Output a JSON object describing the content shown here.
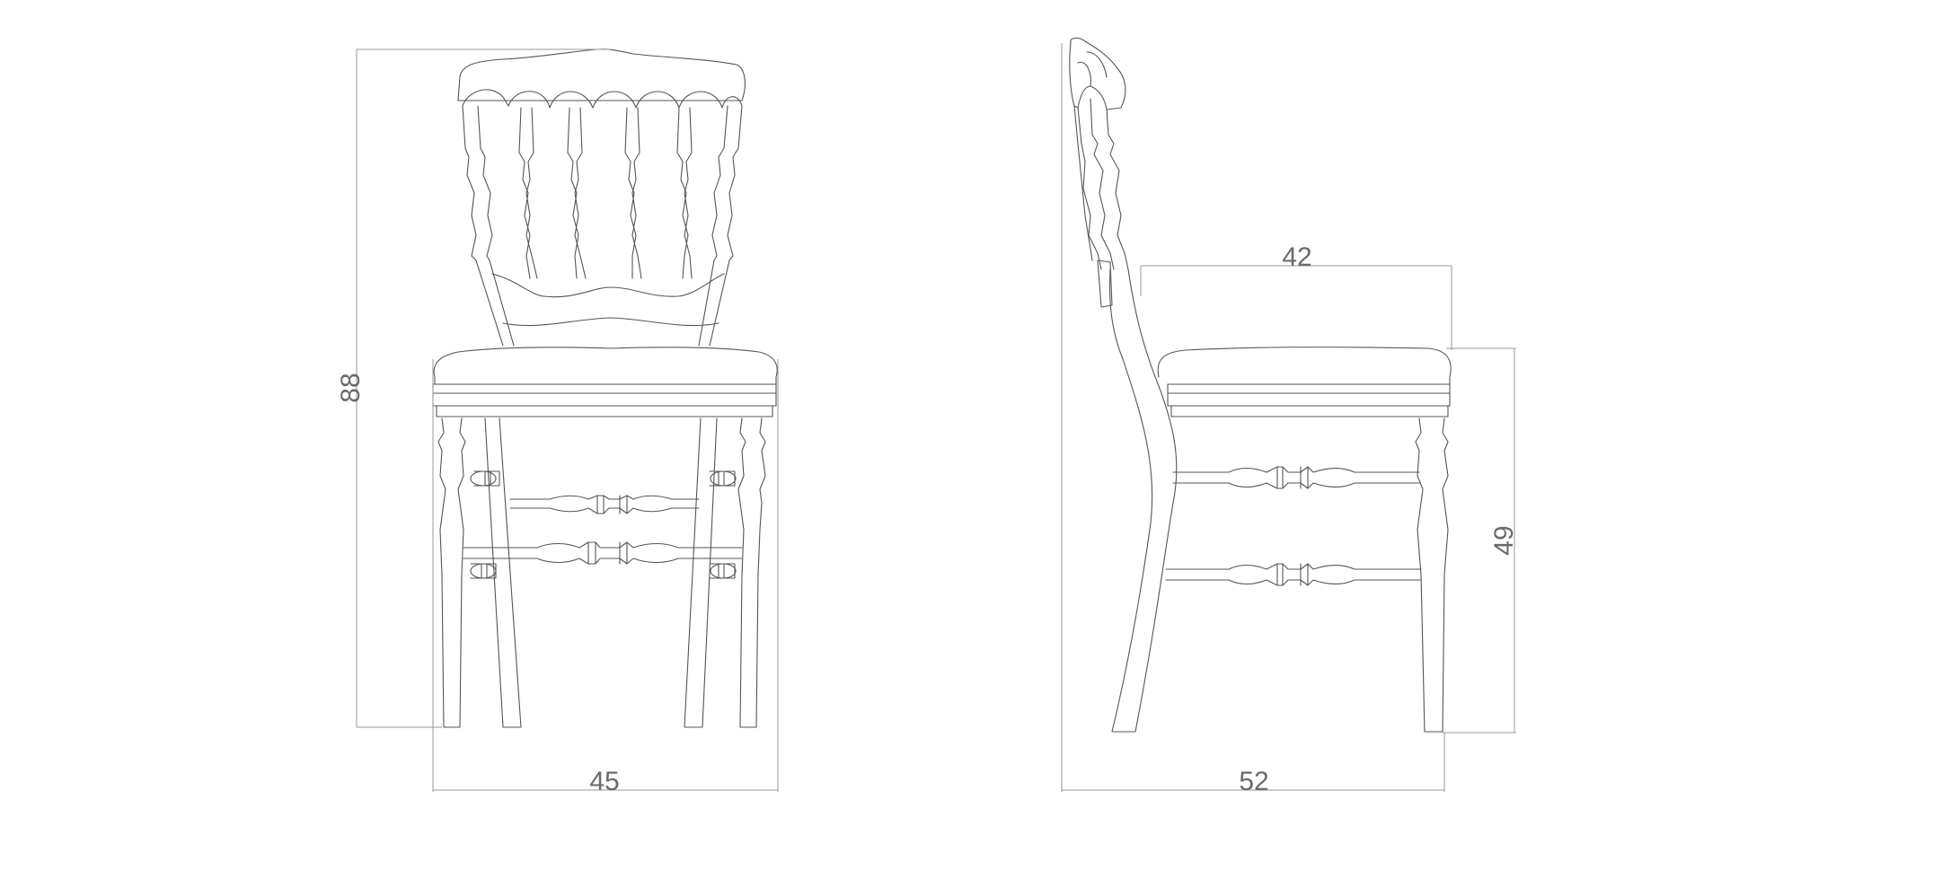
{
  "drawing": {
    "front_view": {
      "height_label": "88",
      "width_label": "45"
    },
    "side_view": {
      "seat_depth_label": "42",
      "seat_height_label": "49",
      "depth_label": "52"
    }
  },
  "colors": {
    "line": "#555555",
    "dimension_line": "#9a9a9a",
    "dimension_text": "#6a6a6a",
    "background": "#ffffff"
  }
}
